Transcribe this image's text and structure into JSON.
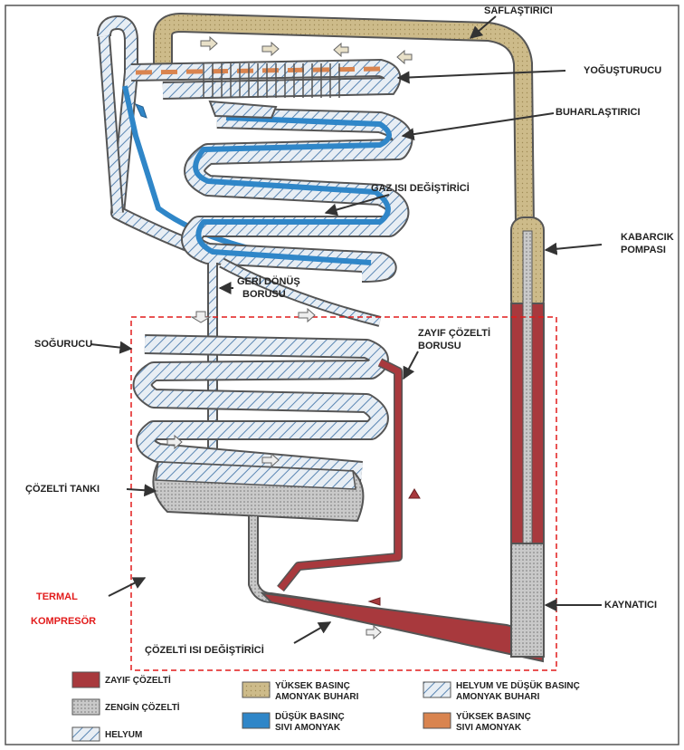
{
  "colors": {
    "weak_solution": "#a8393d",
    "rich_solution": "#c7c7c7",
    "helium": "#b9d3e6",
    "high_pressure_vapor": "#cdbb8a",
    "low_pressure_liquid": "#2f86c8",
    "helium_low_pressure_vapor": "#e8eef4",
    "high_pressure_liquid": "#d9844f",
    "thermal_compressor_box": "#e21b1b"
  },
  "labels": {
    "saflastirici": "SAFLAŞTIRICI",
    "yogusturucu": "YOĞUŞTURUCU",
    "buharlastirici": "BUHARLAŞTIRICI",
    "gaz_isi_degistirici": "GAZ ISI DEĞİŞTİRİCİ",
    "kabarcik": "KABARCIK",
    "pompasi": "POMPASI",
    "geri_donus": "GERİ DÖNÜŞ",
    "borusu": "BORUSU",
    "sogurucu": "SOĞURUCU",
    "zayif_cozelti": "ZAYIF ÇÖZELTİ",
    "zayif_borusu": "BORUSU",
    "cozelti_tanki": "ÇÖZELTİ TANKI",
    "termal": "TERMAL",
    "kompresor": "KOMPRESÖR",
    "kaynatici": "KAYNATICI",
    "cozelti_isi_degistirici": "ÇÖZELTİ ISI DEĞİŞTİRİCİ"
  },
  "legend": [
    {
      "icon": "weak-solution-swatch",
      "lines": [
        "ZAYIF ÇÖZELTİ"
      ]
    },
    {
      "icon": "rich-solution-swatch",
      "lines": [
        "ZENGİN ÇÖZELTİ"
      ]
    },
    {
      "icon": "helium-swatch",
      "lines": [
        "HELYUM"
      ]
    },
    {
      "icon": "high-pressure-vapor-swatch",
      "lines": [
        "YÜKSEK BASINÇ",
        "AMONYAK BUHARI"
      ]
    },
    {
      "icon": "low-pressure-liquid-swatch",
      "lines": [
        "DÜŞÜK BASINÇ",
        "SIVI AMONYAK"
      ]
    },
    {
      "icon": "helium-low-pressure-vapor-swatch",
      "lines": [
        "HELYUM VE DÜŞÜK BASINÇ",
        "AMONYAK BUHARI"
      ]
    },
    {
      "icon": "high-pressure-liquid-swatch",
      "lines": [
        "YÜKSEK BASINÇ",
        "SIVI AMONYAK"
      ]
    }
  ]
}
